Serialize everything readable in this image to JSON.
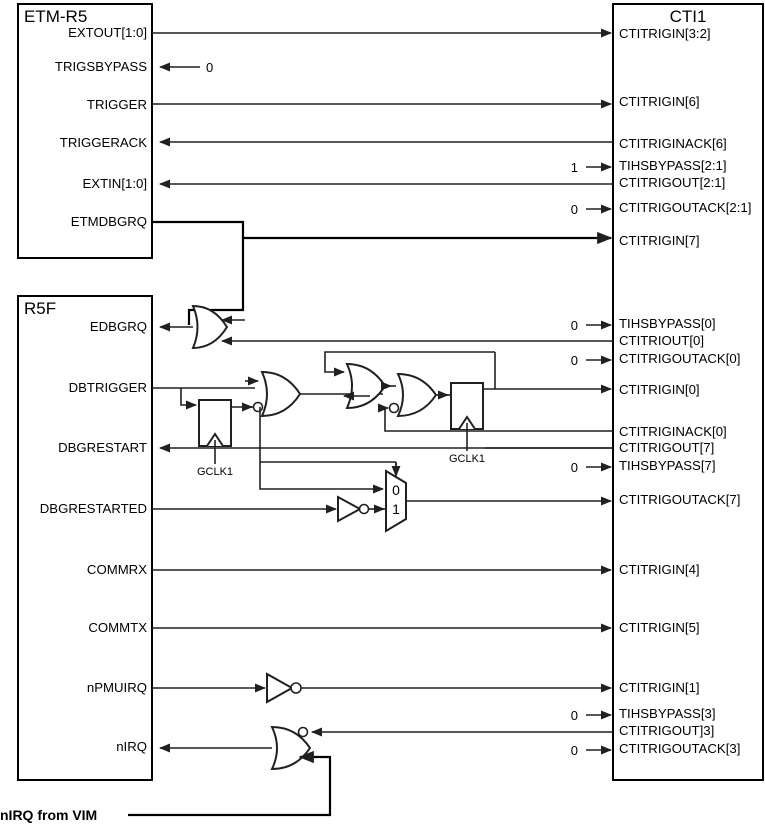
{
  "blocks": {
    "etm": {
      "title": "ETM-R5"
    },
    "r5f": {
      "title": "R5F"
    },
    "cti": {
      "title": "CTI1"
    }
  },
  "etm_pins": [
    {
      "label": "EXTOUT[1:0]",
      "dir": "out"
    },
    {
      "label": "TRIGSBYPASS",
      "dir": "in"
    },
    {
      "label": "TRIGGER",
      "dir": "out"
    },
    {
      "label": "TRIGGERACK",
      "dir": "in"
    },
    {
      "label": "EXTIN[1:0]",
      "dir": "in"
    },
    {
      "label": "ETMDBGRQ",
      "dir": "out"
    }
  ],
  "r5f_pins": [
    {
      "label": "EDBGRQ",
      "dir": "in"
    },
    {
      "label": "DBTRIGGER",
      "dir": "out"
    },
    {
      "label": "DBGRESTART",
      "dir": "in"
    },
    {
      "label": "DBGRESTARTED",
      "dir": "out"
    },
    {
      "label": "COMMRX",
      "dir": "out"
    },
    {
      "label": "COMMTX",
      "dir": "out"
    },
    {
      "label": "nPMUIRQ",
      "dir": "out"
    },
    {
      "label": "nIRQ",
      "dir": "in"
    }
  ],
  "cti_pins": [
    {
      "label": "CTITRIGIN[3:2]",
      "dir": "in",
      "const": ""
    },
    {
      "label": "CTITRIGIN[6]",
      "dir": "in",
      "const": ""
    },
    {
      "label": "CTITRIGINACK[6]",
      "dir": "out",
      "const": ""
    },
    {
      "label": "TIHSBYPASS[2:1]",
      "dir": "in",
      "const": "1"
    },
    {
      "label": "CTITRIGOUT[2:1]",
      "dir": "out",
      "const": ""
    },
    {
      "label": "CTITRIGOUTACK[2:1]",
      "dir": "in",
      "const": "0"
    },
    {
      "label": "CTITRIGIN[7]",
      "dir": "in",
      "const": ""
    },
    {
      "label": "TIHSBYPASS[0]",
      "dir": "in",
      "const": "0"
    },
    {
      "label": "CTITRIOUT[0]",
      "dir": "out",
      "const": ""
    },
    {
      "label": "CTITRIGOUTACK[0]",
      "dir": "in",
      "const": "0"
    },
    {
      "label": "CTITRIGIN[0]",
      "dir": "in",
      "const": ""
    },
    {
      "label": "CTITRIGINACK[0]",
      "dir": "out",
      "const": ""
    },
    {
      "label": "CTITRIGOUT[7]",
      "dir": "out",
      "const": ""
    },
    {
      "label": "TIHSBYPASS[7]",
      "dir": "in",
      "const": "0"
    },
    {
      "label": "CTITRIGOUTACK[7]",
      "dir": "in",
      "const": ""
    },
    {
      "label": "CTITRIGIN[4]",
      "dir": "in",
      "const": ""
    },
    {
      "label": "CTITRIGIN[5]",
      "dir": "in",
      "const": ""
    },
    {
      "label": "CTITRIGIN[1]",
      "dir": "in",
      "const": ""
    },
    {
      "label": "TIHSBYPASS[3]",
      "dir": "in",
      "const": "0"
    },
    {
      "label": "CTITRIGOUT]3]",
      "dir": "out",
      "const": ""
    },
    {
      "label": "CTITRIGOUTACK[3]",
      "dir": "in",
      "const": "0"
    }
  ],
  "constants": {
    "trigsbypass_value": "0"
  },
  "clocks": [
    {
      "label": "GCLK1"
    },
    {
      "label": "GCLK1"
    }
  ],
  "mux": {
    "sel0_label": "0",
    "sel1_label": "1"
  },
  "external": {
    "nirq_from_vim": "nIRQ from VIM"
  },
  "colors": {
    "wire": "#231f20",
    "block_border": "#000000",
    "background": "#ffffff"
  }
}
